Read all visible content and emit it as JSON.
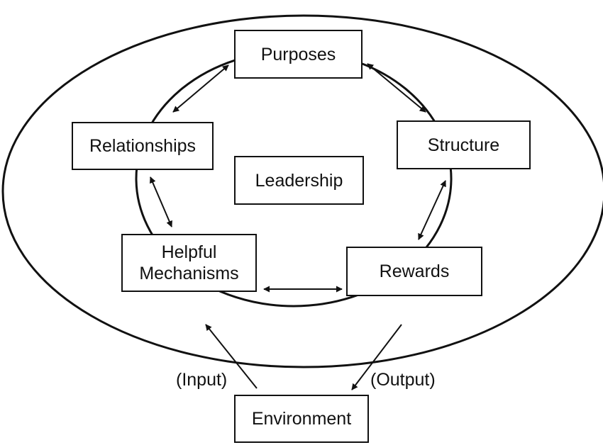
{
  "nodes": {
    "purposes": "Purposes",
    "structure": "Structure",
    "relationships": "Relationships",
    "leadership": "Leadership",
    "helpful_mechanisms": "Helpful\nMechanisms",
    "rewards": "Rewards",
    "environment": "Environment"
  },
  "labels": {
    "input": "(Input)",
    "output": "(Output)"
  },
  "colors": {
    "stroke": "#111111",
    "background": "#ffffff"
  }
}
